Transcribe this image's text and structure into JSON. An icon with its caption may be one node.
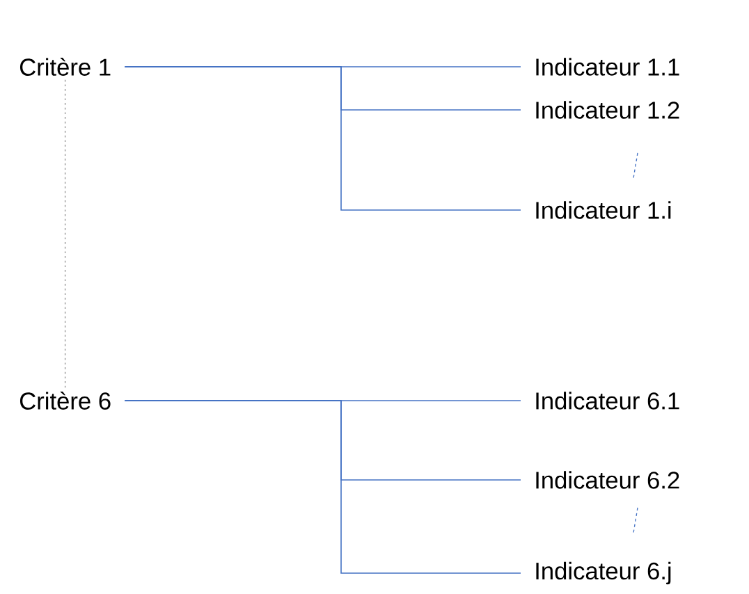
{
  "diagram": {
    "nodes": [
      {
        "text": [
          "Critère 1"
        ]
      },
      {
        "text": [
          "Indicateur 1.1"
        ]
      },
      {
        "text": [
          "Indicateur 1.2"
        ]
      },
      {
        "text": [
          "Indicateur 1.i"
        ]
      },
      {
        "text": [
          "Critère 6"
        ]
      },
      {
        "text": [
          "Indicateur 6.1"
        ]
      },
      {
        "text": [
          "Indicateur 6.2"
        ]
      },
      {
        "text": [
          "Indicateur 6.j"
        ]
      }
    ],
    "edges": [
      {
        "from": 0,
        "to": 1,
        "arrow": "none"
      },
      {
        "from": 0,
        "to": 2,
        "arrow": "none"
      },
      {
        "from": 0,
        "to": 3,
        "arrow": "none"
      },
      {
        "from": 4,
        "to": 5,
        "arrow": "none"
      },
      {
        "from": 4,
        "to": 6,
        "arrow": "none"
      },
      {
        "from": 4,
        "to": 7,
        "arrow": "none"
      },
      {
        "from": 0,
        "to": 4,
        "arrow": "none",
        "style": "dashed",
        "color": "#a6a6a6"
      }
    ]
  }
}
